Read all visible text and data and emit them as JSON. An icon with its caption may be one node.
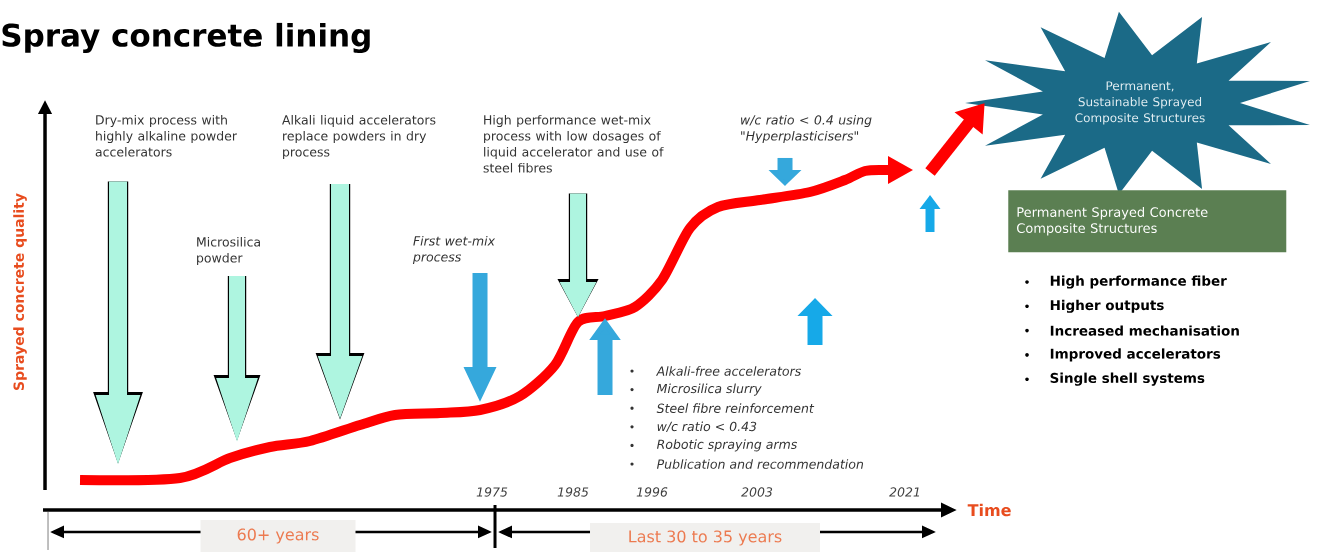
{
  "diagram": {
    "title": "Spray concrete lining",
    "nodes": [
      {
        "text": [
          "Dry-mix process with highly alkaline powder accelerators"
        ]
      },
      {
        "text": [
          "Microsilica powder"
        ]
      },
      {
        "text": [
          "Alkali liquid accelerators replace powders in dry process"
        ]
      },
      {
        "text": [
          "First wet-mix process"
        ]
      },
      {
        "text": [
          "High performance wet-mix process with low dosages of liquid accelerator and use of steel fibres"
        ]
      },
      {
        "text": [
          "w/c ratio < 0.4 using \"Hyperplasticisers\""
        ]
      },
      {
        "text": [
          "Permanent, Sustainable Sprayed Composite Structures"
        ]
      },
      {
        "text": [
          "Permanent Sprayed Concrete Composite Structures"
        ]
      }
    ],
    "edges": [
      {
        "from": 0,
        "to": null,
        "arrow": "to"
      },
      {
        "from": 1,
        "to": null,
        "arrow": "to"
      },
      {
        "from": 2,
        "to": null,
        "arrow": "to"
      },
      {
        "from": 3,
        "to": null,
        "arrow": "to",
        "color": "#35a8dc"
      },
      {
        "from": 4,
        "to": null,
        "arrow": "to"
      },
      {
        "from": 5,
        "to": null,
        "arrow": "to",
        "color": "#35a8dc"
      },
      {
        "from": null,
        "to": 6,
        "arrow": "to",
        "color": "#ff0000"
      }
    ],
    "labels": [
      "Sprayed concrete quality",
      "Time",
      "1975",
      "1985",
      "1996",
      "2003",
      "2021",
      "60+ years",
      "Last 30 to 35 years",
      "Alkali-free accelerators",
      "Microsilica slurry",
      "Steel fibre reinforcement",
      "w/c ratio < 0.43",
      "Robotic spraying arms",
      "Publication and recommendation",
      "High performance fiber",
      "Higher outputs",
      "Increased mechanisation",
      "Improved accelerators",
      "Single shell systems"
    ]
  }
}
